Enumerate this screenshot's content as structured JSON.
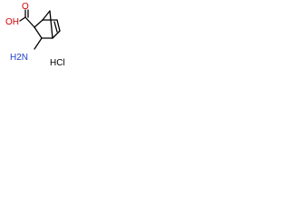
{
  "structure": {
    "labels": {
      "oxygen_top": "O",
      "hydroxyl": "OH",
      "amine": "H2N",
      "salt": "HCl"
    },
    "colors": {
      "bond": "#000000",
      "oxygen": "#d40000",
      "nitrogen": "#1f3fc8",
      "salt": "#000000"
    }
  }
}
